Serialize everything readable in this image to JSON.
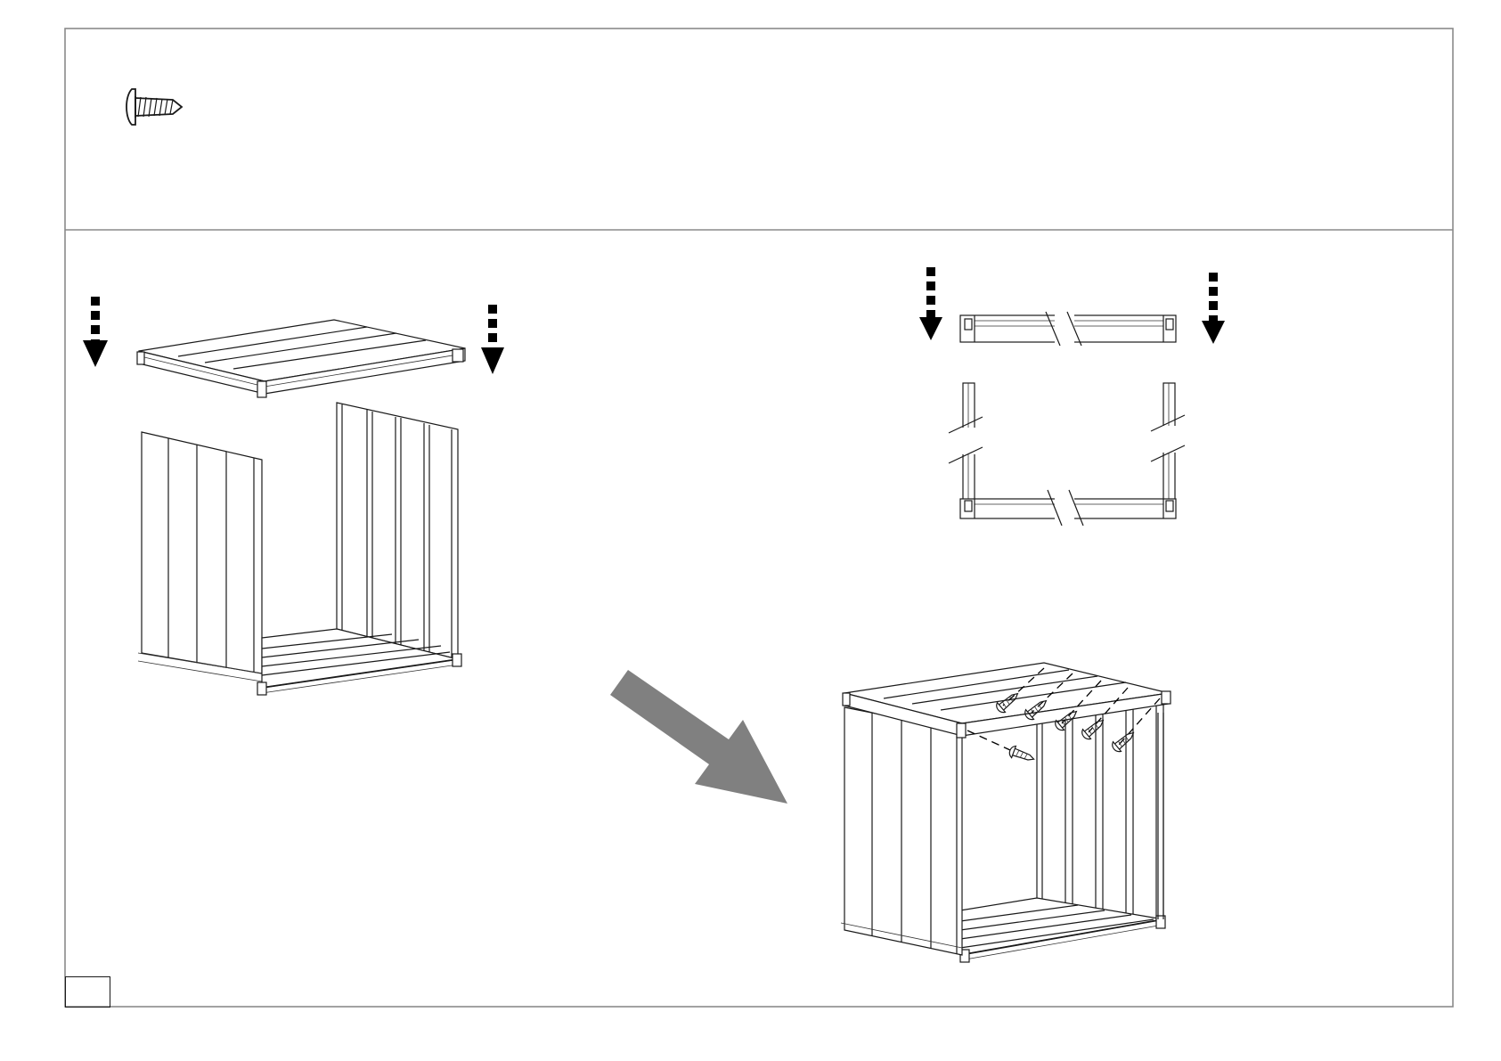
{
  "page": {
    "page_number": ""
  },
  "hardware_panel": {
    "icon": "screw-icon"
  },
  "steps": {
    "step1": {
      "arrows": [
        "dashed-down-arrow",
        "dashed-down-arrow"
      ]
    },
    "frame_detail": {
      "arrows": [
        "dashed-down-arrow",
        "dashed-down-arrow"
      ]
    },
    "transition": {
      "icon": "large-gray-arrow-icon"
    },
    "result": {
      "screw_count": 6
    }
  },
  "colors": {
    "line": "#1a1a1a",
    "frame": "#8a8a8a",
    "arrow_gray": "#808080"
  }
}
